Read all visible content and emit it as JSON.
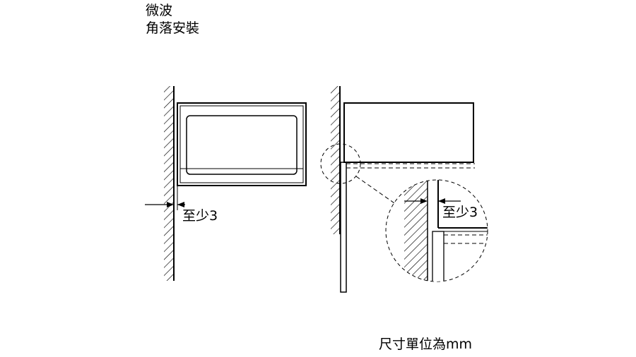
{
  "title": {
    "line1": "微波",
    "line2": "角落安裝"
  },
  "labels": {
    "min_gap_left": "至少3",
    "min_gap_right": "至少3"
  },
  "footer": {
    "unit_note": "尺寸單位為mm"
  }
}
